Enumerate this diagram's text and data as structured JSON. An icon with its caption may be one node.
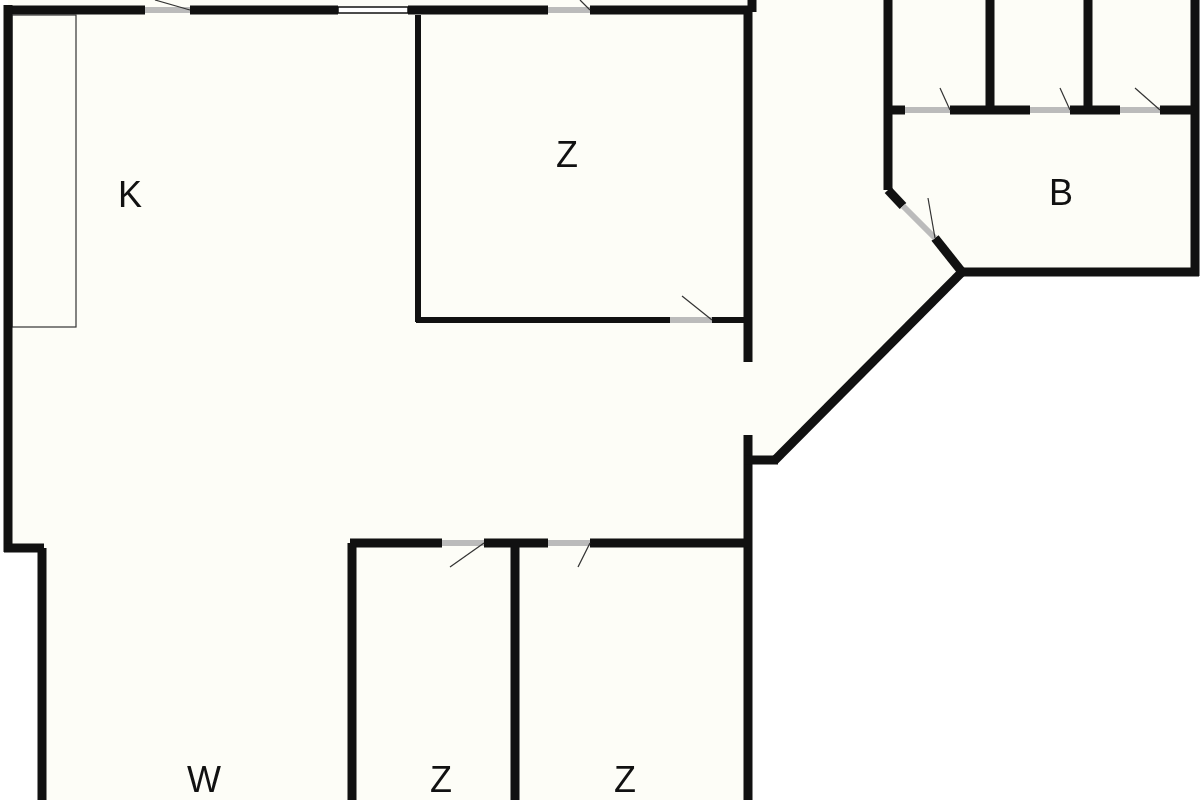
{
  "diagram": {
    "labels": [
      "Z",
      "K",
      "B",
      "W",
      "Z",
      "Z"
    ]
  }
}
